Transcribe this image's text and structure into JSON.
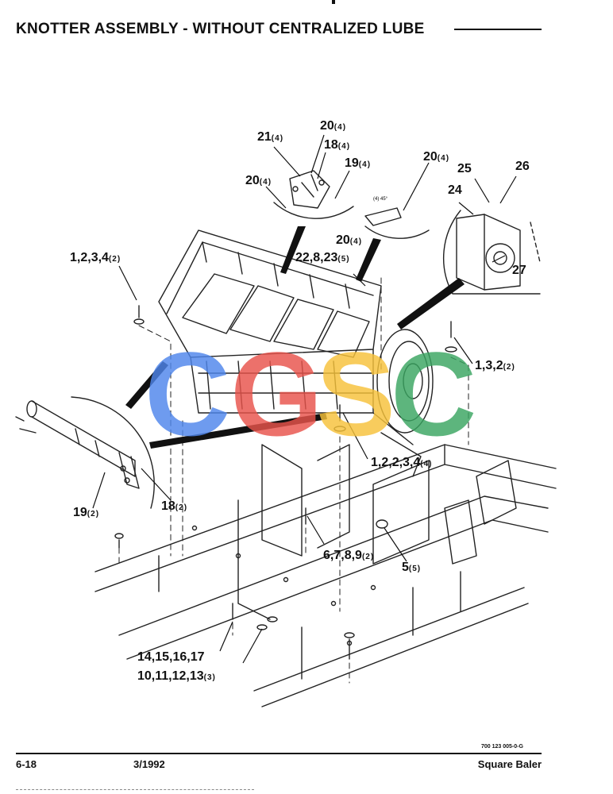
{
  "header": {
    "title": "KNOTTER ASSEMBLY - WITHOUT CENTRALIZED LUBE"
  },
  "callouts": [
    {
      "id": "c1",
      "label": "21",
      "qty": "(4)"
    },
    {
      "id": "c2",
      "label": "20",
      "qty": "(4)"
    },
    {
      "id": "c3",
      "label": "18",
      "qty": "(4)"
    },
    {
      "id": "c4",
      "label": "19",
      "qty": "(4)"
    },
    {
      "id": "c5",
      "label": "20",
      "qty": "(4)"
    },
    {
      "id": "c6",
      "label": "20",
      "qty": "(4)"
    },
    {
      "id": "c7",
      "label": "25",
      "qty": ""
    },
    {
      "id": "c8",
      "label": "26",
      "qty": ""
    },
    {
      "id": "c9",
      "label": "24",
      "qty": ""
    },
    {
      "id": "c10",
      "label": "20",
      "qty": "(4)"
    },
    {
      "id": "c11",
      "label": "22,8,23",
      "qty": "(5)"
    },
    {
      "id": "c12",
      "label": "27",
      "qty": ""
    },
    {
      "id": "c13",
      "label": "1,2,3,4",
      "qty": "(2)"
    },
    {
      "id": "c14",
      "label": "1,3,2",
      "qty": "(2)"
    },
    {
      "id": "c15",
      "label": "1,2,2,3,4",
      "qty": "(4)"
    },
    {
      "id": "c16",
      "label": "19",
      "qty": "(2)"
    },
    {
      "id": "c17",
      "label": "18",
      "qty": "(2)"
    },
    {
      "id": "c18",
      "label": "6,7,8,9",
      "qty": "(2)"
    },
    {
      "id": "c19",
      "label": "5",
      "qty": "(5)"
    },
    {
      "id": "c20",
      "label": "14,15,16,17",
      "qty": ""
    },
    {
      "id": "c21",
      "label": "10,11,12,13",
      "qty": "(3)"
    }
  ],
  "detail_note": "(4) 45°",
  "watermark": {
    "letters": [
      "C",
      "G",
      "S",
      "C"
    ],
    "colors": [
      "#4f86ec",
      "#e8534b",
      "#f7c23a",
      "#3aa561"
    ]
  },
  "footer": {
    "figure_id": "700 123 005-0-G",
    "page": "6-18",
    "date": "3/1992",
    "product": "Square Baler"
  }
}
